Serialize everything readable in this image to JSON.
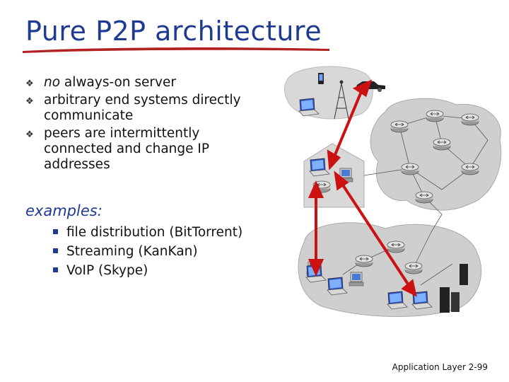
{
  "title": "Pure P2P architecture",
  "bullets": [
    {
      "emph": "no",
      "text": " always-on server"
    },
    {
      "emph": "",
      "text": "arbitrary end systems directly communicate"
    },
    {
      "emph": "",
      "text": "peers are intermittently connected and change IP addresses"
    }
  ],
  "examples_heading": "examples:",
  "examples": [
    "file distribution (BitTorrent)",
    "Streaming (KanKan)",
    "VoIP (Skype)"
  ],
  "footer": "Application Layer 2-99",
  "colors": {
    "title": "#1f3a93",
    "underline": "#b22222",
    "arrow": "#cc1111",
    "cloud": "#cfcfcf"
  },
  "icons": [
    "bullet-arrow-icon",
    "router-icon",
    "laptop-icon",
    "server-icon",
    "car-icon",
    "cell-tower-icon",
    "phone-icon",
    "house-icon"
  ]
}
